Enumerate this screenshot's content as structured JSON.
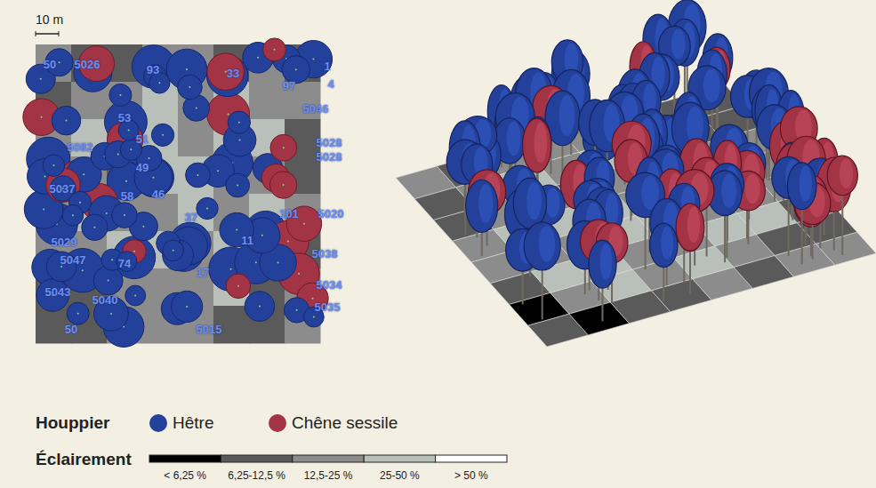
{
  "diagram": {
    "labels": [
      "10 m",
      "50",
      "5026",
      "93",
      "33",
      "1",
      "97",
      "4",
      "5046",
      "53",
      "51",
      "5082",
      "5028",
      "5028",
      "49",
      "5037",
      "58",
      "46",
      "37",
      "101",
      "5020",
      "5029",
      "11",
      "5047",
      "74",
      "5038",
      "17",
      "5034",
      "5043",
      "5040",
      "5035",
      "5015",
      "50",
      "Houppier",
      "Éclairement"
    ],
    "legend": [
      {
        "text": "Hêtre",
        "color": "#23409a"
      },
      {
        "text": "Chêne sessile",
        "color": "#a33446"
      },
      {
        "text": "< 6,25 %",
        "color": "#000000"
      },
      {
        "text": "6,25-12,5 %",
        "color": "#5a5a5a"
      },
      {
        "text": "12,5-25 %",
        "color": "#8c8c8c"
      },
      {
        "text": "25-50 %",
        "color": "#b9c0ba"
      },
      {
        "text": "> 50 %",
        "color": "#ffffff"
      }
    ]
  }
}
